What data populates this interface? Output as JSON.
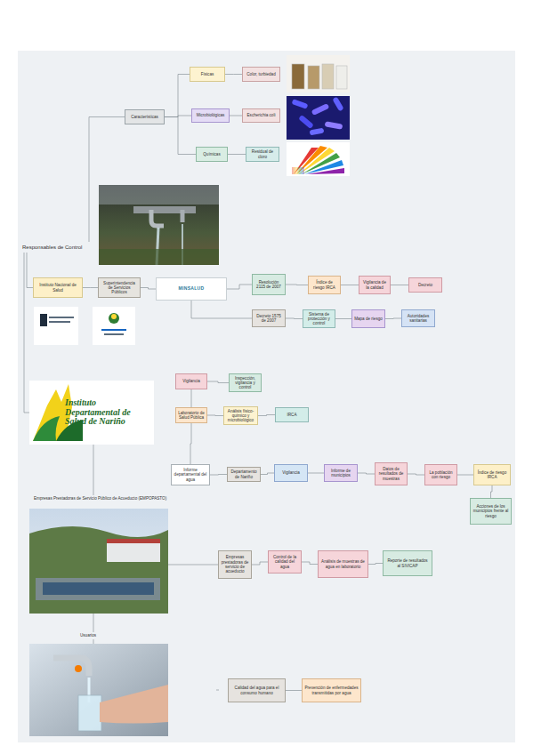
{
  "diagram": {
    "nodes": [
      {
        "text": [
          "Responsables de Control"
        ]
      },
      {
        "text": [
          "Características"
        ]
      },
      {
        "text": [
          "Físicas"
        ]
      },
      {
        "text": [
          "Color, turbiedad"
        ]
      },
      {
        "text": [
          "Microbiológicas"
        ]
      },
      {
        "text": [
          "Escherichia coli"
        ]
      },
      {
        "text": [
          "Químicas"
        ]
      },
      {
        "text": [
          "Residual de cloro"
        ]
      },
      {
        "text": [
          "Instituto Nacional de Salud"
        ]
      },
      {
        "text": [
          "Superintendencia de Servicios Públicos"
        ]
      },
      {
        "text": [
          "MINSALUD"
        ]
      },
      {
        "text": [
          "Resolución 2115 de 2007"
        ]
      },
      {
        "text": [
          "Índice de riesgo IRCA"
        ]
      },
      {
        "text": [
          "Vigilancia de la calidad"
        ]
      },
      {
        "text": [
          "Decreto"
        ]
      },
      {
        "text": [
          "Decreto 1575 de 2007"
        ]
      },
      {
        "text": [
          "Sistema de protección y control"
        ]
      },
      {
        "text": [
          "Mapa de riesgo"
        ]
      },
      {
        "text": [
          "Autoridades sanitarias"
        ]
      },
      {
        "text": [
          "Instituto Departamental de Salud de Nariño"
        ]
      },
      {
        "text": [
          "Vigilancia"
        ]
      },
      {
        "text": [
          "Inspección, vigilancia y control"
        ]
      },
      {
        "text": [
          "Laboratorio de Salud Pública"
        ]
      },
      {
        "text": [
          "Análisis físico-químico y microbiológico"
        ]
      },
      {
        "text": [
          "IRCA"
        ]
      },
      {
        "text": [
          "Informe departamental del agua"
        ]
      },
      {
        "text": [
          "Departamento de Nariño"
        ]
      },
      {
        "text": [
          "Vigilancia"
        ]
      },
      {
        "text": [
          "Informe de municipios"
        ]
      },
      {
        "text": [
          "Datos de resultados de muestras"
        ]
      },
      {
        "text": [
          "La población con riesgo"
        ]
      },
      {
        "text": [
          "Índice de riesgo IRCA"
        ]
      },
      {
        "text": [
          "Acciones de los municipios frente al riesgo"
        ]
      },
      {
        "text": [
          "Empresas prestadoras de servicio de acueducto"
        ]
      },
      {
        "text": [
          "Control de la calidad del agua"
        ]
      },
      {
        "text": [
          "Análisis de muestras de agua en laboratorio"
        ]
      },
      {
        "text": [
          "Reporte de resultados al SIVICAP"
        ]
      },
      {
        "text": [
          "Calidad del agua para el consumo humano"
        ]
      },
      {
        "text": [
          "Prevención de enfermedades transmitidas por agua"
        ]
      }
    ],
    "edges": [
      {
        "from": 0,
        "to": 1,
        "arrow": "none"
      },
      {
        "from": 1,
        "to": 2,
        "arrow": "none"
      },
      {
        "from": 1,
        "to": 4,
        "arrow": "none"
      },
      {
        "from": 1,
        "to": 6,
        "arrow": "none"
      },
      {
        "from": 2,
        "to": 3,
        "arrow": "none"
      },
      {
        "from": 4,
        "to": 5,
        "arrow": "none"
      },
      {
        "from": 6,
        "to": 7,
        "arrow": "none"
      },
      {
        "from": 0,
        "to": 8,
        "arrow": "none"
      },
      {
        "from": 8,
        "to": 9,
        "arrow": "none"
      },
      {
        "from": 9,
        "to": 10,
        "arrow": "none"
      },
      {
        "from": 10,
        "to": 11,
        "arrow": "none"
      },
      {
        "from": 11,
        "to": 12,
        "arrow": "none"
      },
      {
        "from": 12,
        "to": 13,
        "arrow": "none"
      },
      {
        "from": 13,
        "to": 14,
        "arrow": "none"
      },
      {
        "from": 10,
        "to": 15,
        "arrow": "none"
      },
      {
        "from": 15,
        "to": 16,
        "arrow": "none"
      },
      {
        "from": 16,
        "to": 17,
        "arrow": "none"
      },
      {
        "from": 17,
        "to": 18,
        "arrow": "none"
      },
      {
        "from": 0,
        "to": 19,
        "arrow": "none"
      },
      {
        "from": 20,
        "to": 21,
        "arrow": "none"
      },
      {
        "from": 20,
        "to": 22,
        "arrow": "none"
      },
      {
        "from": 22,
        "to": 23,
        "arrow": "none"
      },
      {
        "from": 23,
        "to": 24,
        "arrow": "none"
      },
      {
        "from": 22,
        "to": 25,
        "arrow": "none"
      },
      {
        "from": 25,
        "to": 26,
        "arrow": "none"
      },
      {
        "from": 26,
        "to": 27,
        "arrow": "none"
      },
      {
        "from": 27,
        "to": 28,
        "arrow": "none"
      },
      {
        "from": 28,
        "to": 29,
        "arrow": "none"
      },
      {
        "from": 29,
        "to": 30,
        "arrow": "none"
      },
      {
        "from": 30,
        "to": 31,
        "arrow": "none"
      },
      {
        "from": 31,
        "to": 32,
        "arrow": "none"
      },
      {
        "from": 33,
        "to": 34,
        "arrow": "none"
      },
      {
        "from": 34,
        "to": 35,
        "arrow": "none"
      },
      {
        "from": 35,
        "to": 36,
        "arrow": "none"
      },
      {
        "from": 37,
        "to": 38,
        "arrow": "none"
      }
    ],
    "labels": [
      "Empresas Prestadoras de Servicio Público de Acueducto (EMPOPASTO)",
      "Usuarios"
    ]
  }
}
